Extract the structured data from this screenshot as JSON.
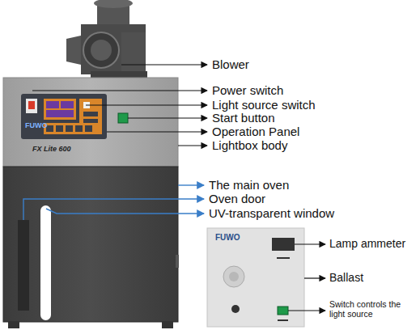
{
  "diagram": {
    "labels": [
      "Blower",
      "Power switch",
      "Light source switch",
      "Start button",
      "Operation Panel",
      "Lightbox body",
      "The main oven",
      "Oven door",
      "UV-transparent window",
      "FUWO",
      "FX Lite 600",
      "Lamp ammeter",
      "Ballast",
      "FUWO",
      "Switch controls the light source"
    ]
  }
}
